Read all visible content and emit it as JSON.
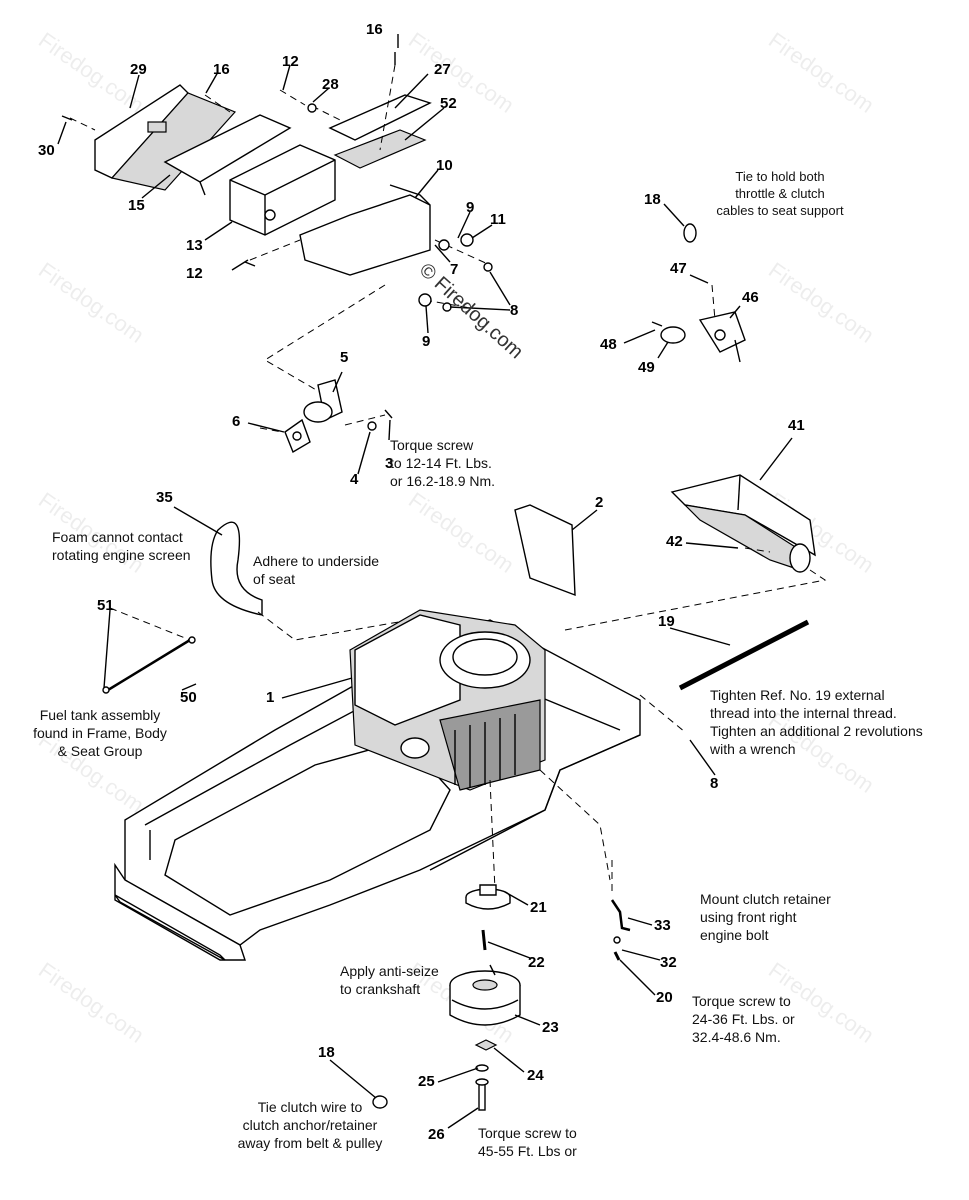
{
  "diagram": {
    "watermark": "Firedog.com",
    "main_watermark": "© Firedog.com",
    "callouts": [
      {
        "id": "c16a",
        "label": "16"
      },
      {
        "id": "c29",
        "label": "29"
      },
      {
        "id": "c16b",
        "label": "16"
      },
      {
        "id": "c12a",
        "label": "12"
      },
      {
        "id": "c28",
        "label": "28"
      },
      {
        "id": "c27",
        "label": "27"
      },
      {
        "id": "c52",
        "label": "52"
      },
      {
        "id": "c30",
        "label": "30"
      },
      {
        "id": "c10",
        "label": "10"
      },
      {
        "id": "c15",
        "label": "15"
      },
      {
        "id": "c9a",
        "label": "9"
      },
      {
        "id": "c11",
        "label": "11"
      },
      {
        "id": "c13",
        "label": "13"
      },
      {
        "id": "c7",
        "label": "7"
      },
      {
        "id": "c12b",
        "label": "12"
      },
      {
        "id": "c8a",
        "label": "8"
      },
      {
        "id": "c9b",
        "label": "9"
      },
      {
        "id": "c18a",
        "label": "18"
      },
      {
        "id": "c47",
        "label": "47"
      },
      {
        "id": "c46",
        "label": "46"
      },
      {
        "id": "c48",
        "label": "48"
      },
      {
        "id": "c49",
        "label": "49"
      },
      {
        "id": "c5",
        "label": "5"
      },
      {
        "id": "c6",
        "label": "6"
      },
      {
        "id": "c3",
        "label": "3"
      },
      {
        "id": "c4",
        "label": "4"
      },
      {
        "id": "c41",
        "label": "41"
      },
      {
        "id": "c35",
        "label": "35"
      },
      {
        "id": "c2",
        "label": "2"
      },
      {
        "id": "c42",
        "label": "42"
      },
      {
        "id": "c51",
        "label": "51"
      },
      {
        "id": "c19",
        "label": "19"
      },
      {
        "id": "c1",
        "label": "1"
      },
      {
        "id": "c50",
        "label": "50"
      },
      {
        "id": "c8b",
        "label": "8"
      },
      {
        "id": "c21",
        "label": "21"
      },
      {
        "id": "c33",
        "label": "33"
      },
      {
        "id": "c22",
        "label": "22"
      },
      {
        "id": "c32",
        "label": "32"
      },
      {
        "id": "c20",
        "label": "20"
      },
      {
        "id": "c23",
        "label": "23"
      },
      {
        "id": "c18b",
        "label": "18"
      },
      {
        "id": "c24",
        "label": "24"
      },
      {
        "id": "c25",
        "label": "25"
      },
      {
        "id": "c26",
        "label": "26"
      }
    ],
    "notes": [
      {
        "id": "n_tie_cables",
        "text": "Tie to hold both\nthrottle & clutch\ncables to seat support"
      },
      {
        "id": "n_torque_3",
        "text": "Torque screw\nto 12-14 Ft. Lbs.\nor 16.2-18.9 Nm."
      },
      {
        "id": "n_foam",
        "text": "Foam cannot contact\nrotating engine screen"
      },
      {
        "id": "n_adhere",
        "text": "Adhere to underside\nof seat"
      },
      {
        "id": "n_fuel",
        "text": "Fuel tank assembly\nfound in Frame, Body\n& Seat Group"
      },
      {
        "id": "n_tighten",
        "text": "Tighten Ref. No. 19 external\nthread into the internal thread.\nTighten an additional 2 revolutions\nwith a wrench"
      },
      {
        "id": "n_mount",
        "text": "Mount clutch retainer\nusing front right\nengine bolt"
      },
      {
        "id": "n_antiseize",
        "text": "Apply anti-seize\nto crankshaft"
      },
      {
        "id": "n_torque_20",
        "text": "Torque screw to\n24-36 Ft. Lbs. or\n32.4-48.6 Nm."
      },
      {
        "id": "n_tie_wire",
        "text": "Tie clutch wire to\nclutch anchor/retainer\naway from belt & pulley"
      },
      {
        "id": "n_torque_26",
        "text": "Torque screw to\n45-55 Ft. Lbs or"
      }
    ]
  }
}
